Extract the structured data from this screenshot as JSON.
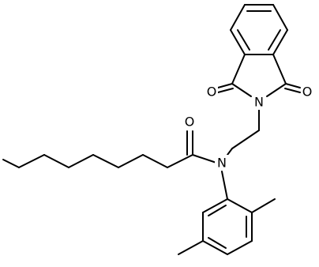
{
  "structure": {
    "atoms": [
      {
        "id": "n_imide",
        "label": "N"
      },
      {
        "id": "o_left",
        "label": "O"
      },
      {
        "id": "o_right",
        "label": "O"
      },
      {
        "id": "o_amide",
        "label": "O"
      },
      {
        "id": "n_amide",
        "label": "N"
      }
    ]
  },
  "colors": {
    "bond": "#000000",
    "label": "#000000",
    "background": "#ffffff"
  }
}
